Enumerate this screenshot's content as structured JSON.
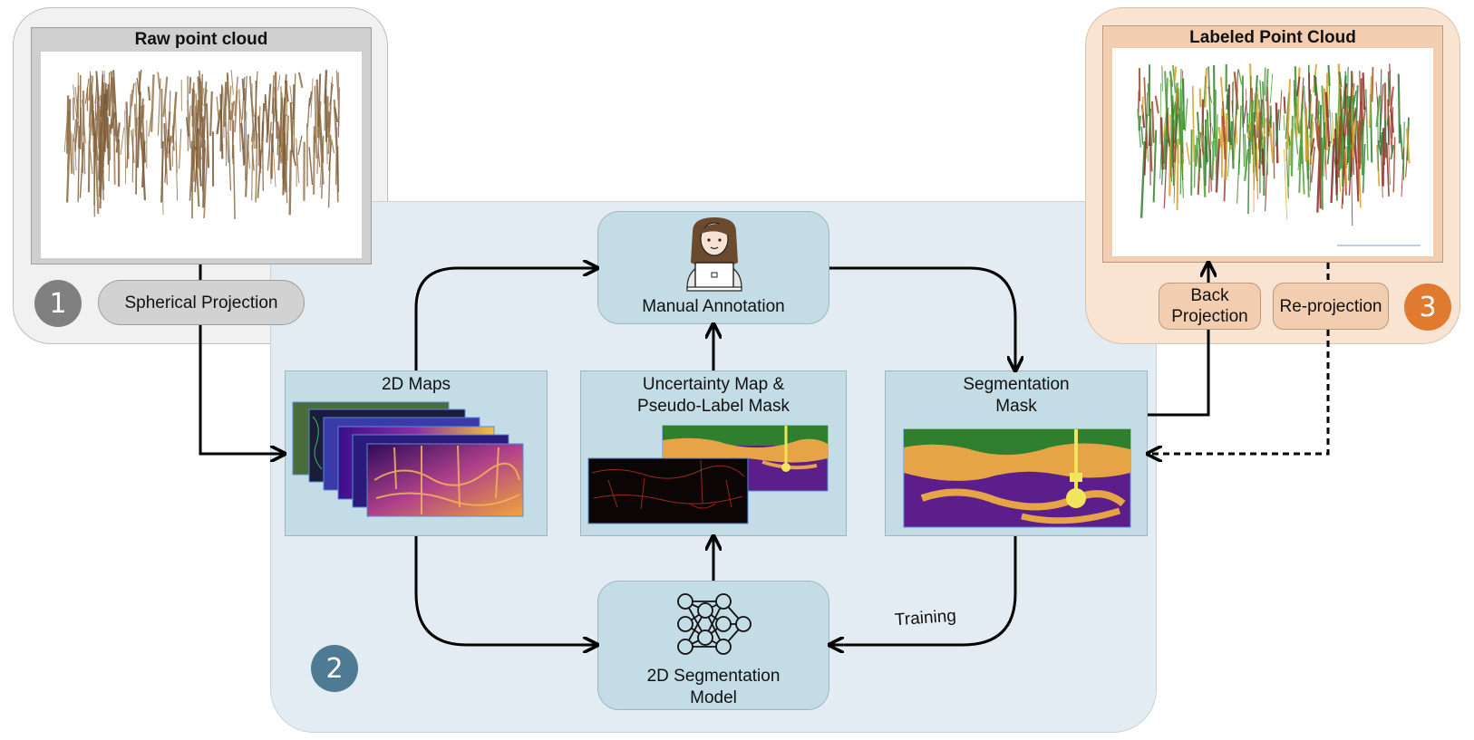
{
  "stage1": {
    "number": "1",
    "frame_title": "Raw point cloud",
    "button": "Spherical Projection",
    "point_color": "#8a6a45"
  },
  "stage2": {
    "number": "2",
    "manual_annotation": "Manual Annotation",
    "model_line1": "2D Segmentation",
    "model_line2": "Model",
    "maps_title": "2D Maps",
    "uncertainty_line1": "Uncertainty Map &",
    "uncertainty_line2": "Pseudo-Label Mask",
    "segmentation_line1": "Segmentation",
    "segmentation_line2": "Mask",
    "training_label": "Training"
  },
  "stage3": {
    "number": "3",
    "frame_title": "Labeled Point Cloud",
    "back_line1": "Back",
    "back_line2": "Projection",
    "reprojection": "Re-projection"
  },
  "colors": {
    "stage1_bg": "#f1f1f1",
    "stage2_bg": "#e2ecf2",
    "stage3_bg": "#f9e3d1",
    "node_blue": "#c3dce6",
    "seg_purple": "#5b1e8a",
    "seg_orange": "#e7a447",
    "seg_green": "#2f7f2f",
    "seg_yellow": "#f1e65b"
  }
}
